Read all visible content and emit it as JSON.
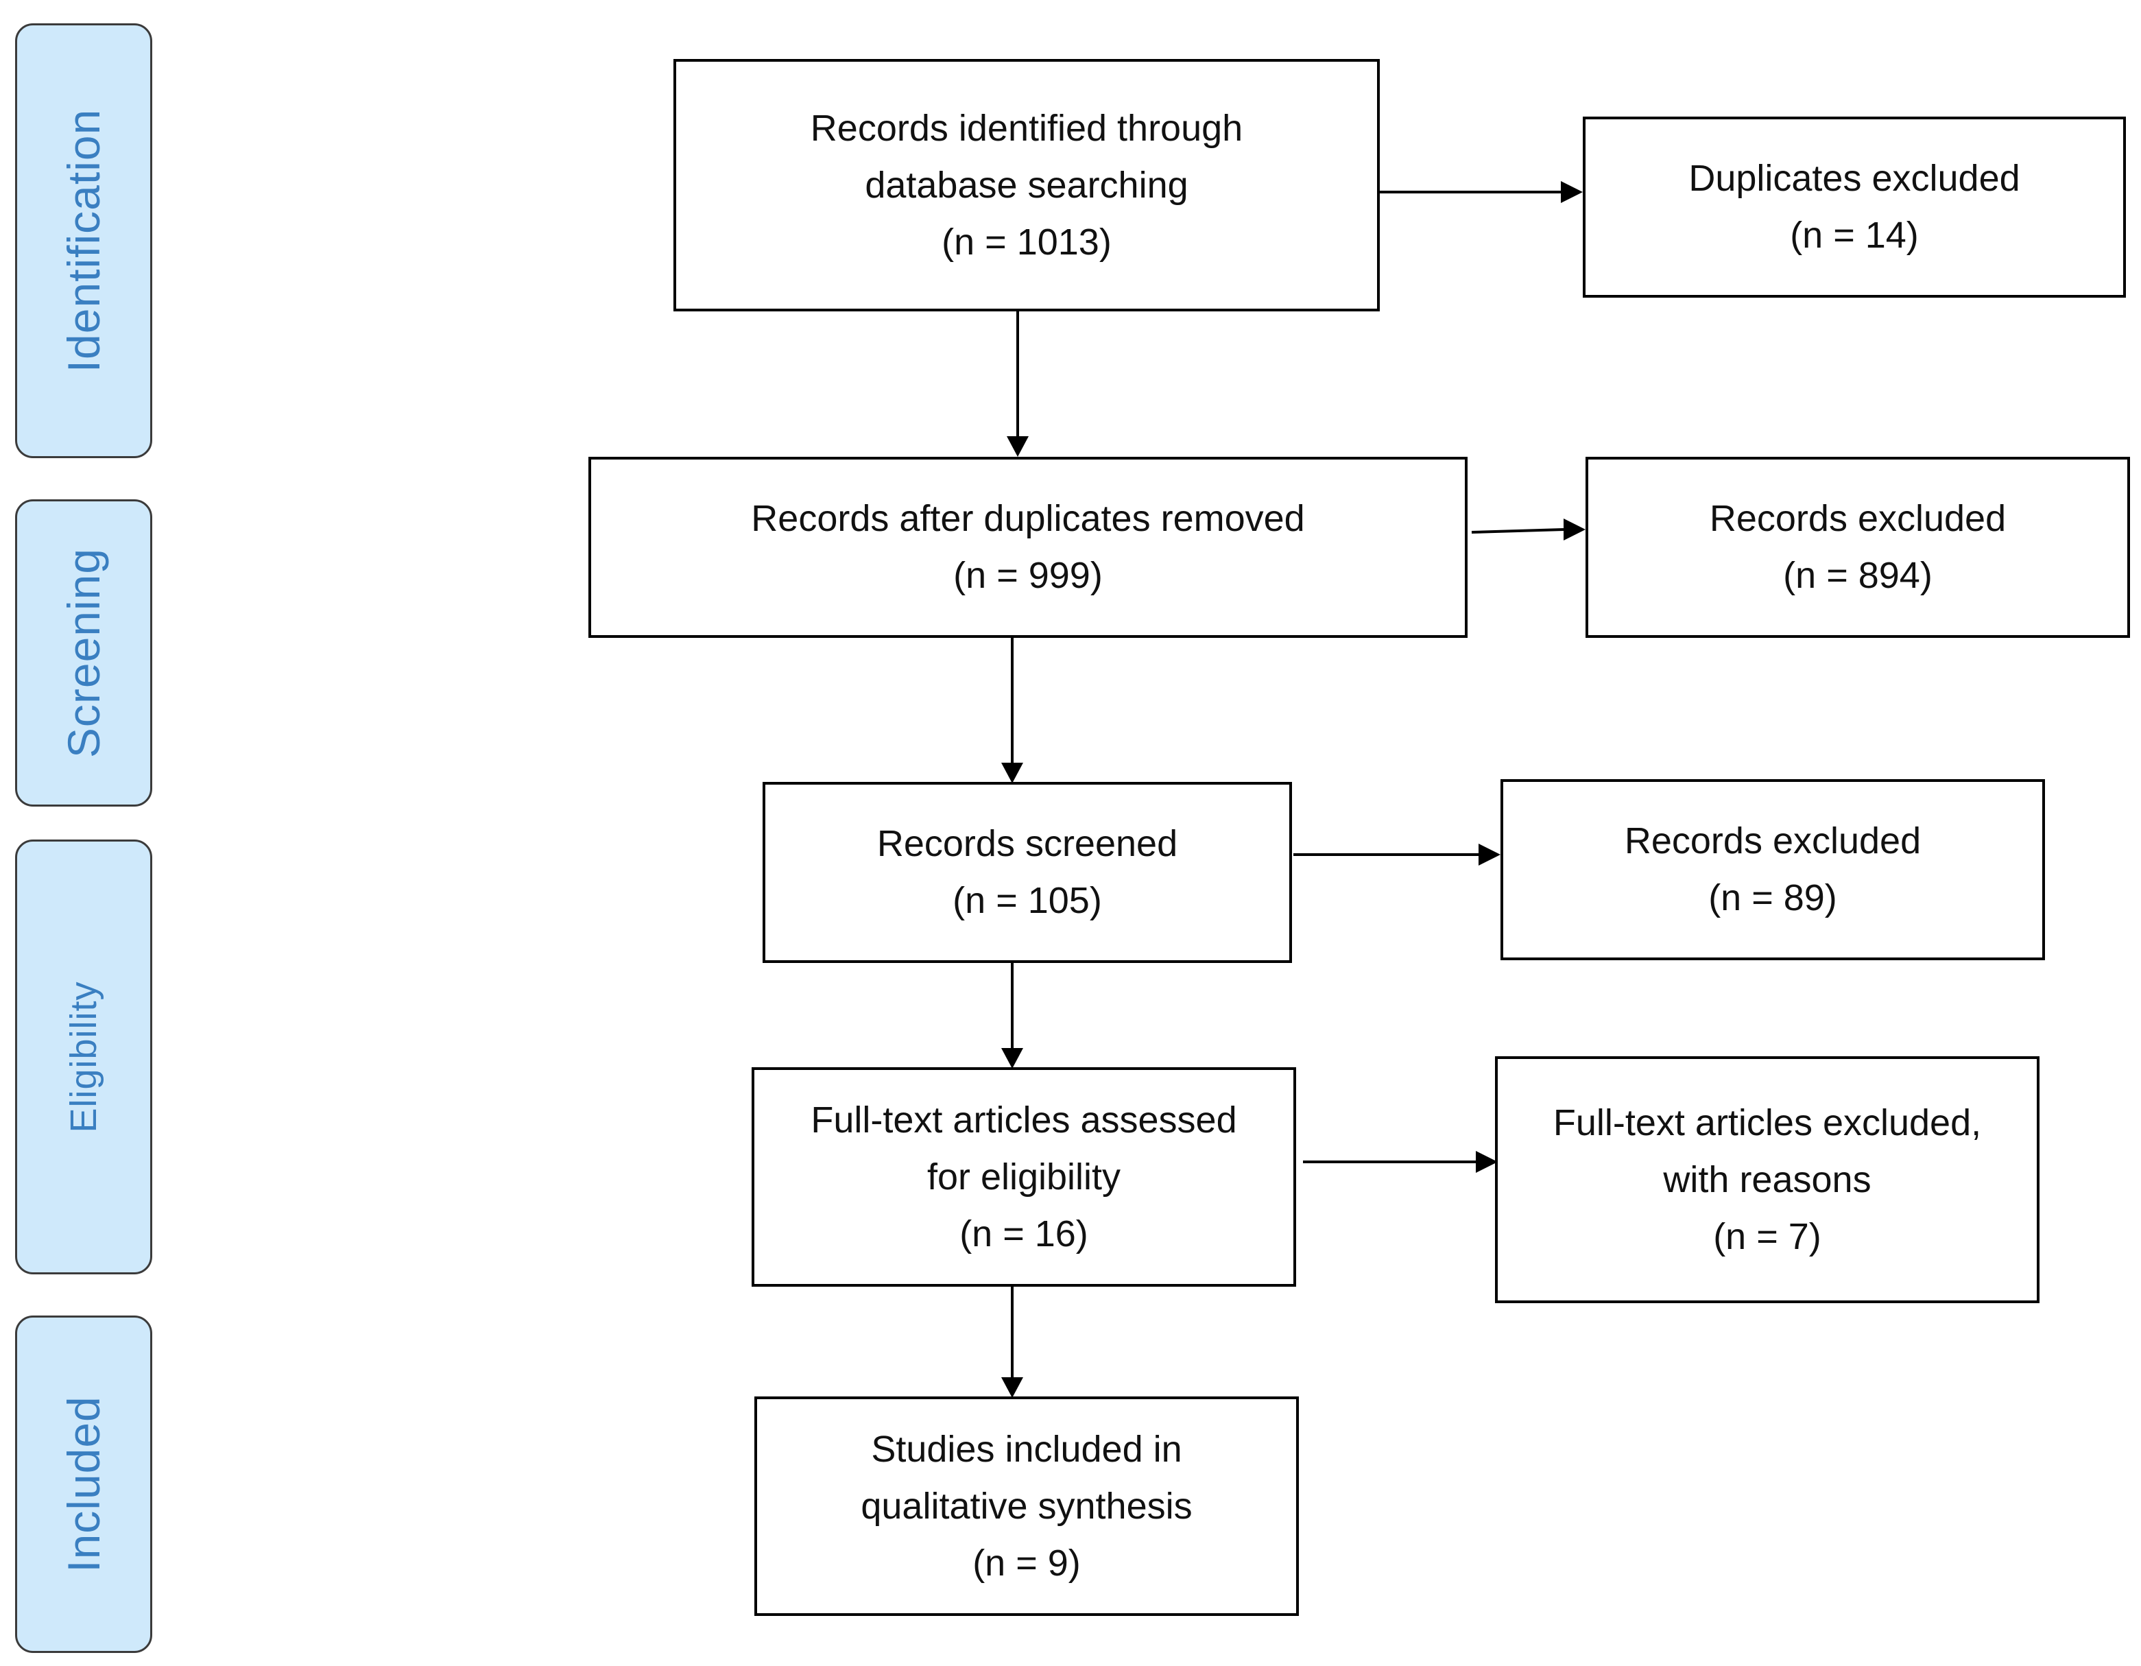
{
  "phases": [
    {
      "id": "identification",
      "label": "Identification"
    },
    {
      "id": "screening",
      "label": "Screening"
    },
    {
      "id": "eligibility",
      "label": "Eligibility"
    },
    {
      "id": "included",
      "label": "Included"
    }
  ],
  "boxes": {
    "identified": {
      "line1": "Records identified through",
      "line2": "database searching",
      "count": "(n = 1013)"
    },
    "duplicates_excluded": {
      "line1": "Duplicates excluded",
      "count": "(n = 14)"
    },
    "after_duplicates": {
      "line1": "Records after duplicates removed",
      "count": "(n = 999)"
    },
    "records_excluded_1": {
      "line1": "Records excluded",
      "count": "(n = 894)"
    },
    "screened": {
      "line1": "Records screened",
      "count": "(n = 105)"
    },
    "records_excluded_2": {
      "line1": "Records excluded",
      "count": "(n = 89)"
    },
    "fulltext_assessed": {
      "line1": "Full-text articles assessed",
      "line2": "for eligibility",
      "count": "(n = 16)"
    },
    "fulltext_excluded": {
      "line1": "Full-text articles excluded,",
      "line2": "with reasons",
      "count": "(n = 7)"
    },
    "included": {
      "line1": "Studies included in",
      "line2": "qualitative synthesis",
      "count": "(n = 9)"
    }
  },
  "colors": {
    "phase_fill": "#cfe9fb",
    "phase_text": "#3a7fc1",
    "box_border": "#000000"
  }
}
